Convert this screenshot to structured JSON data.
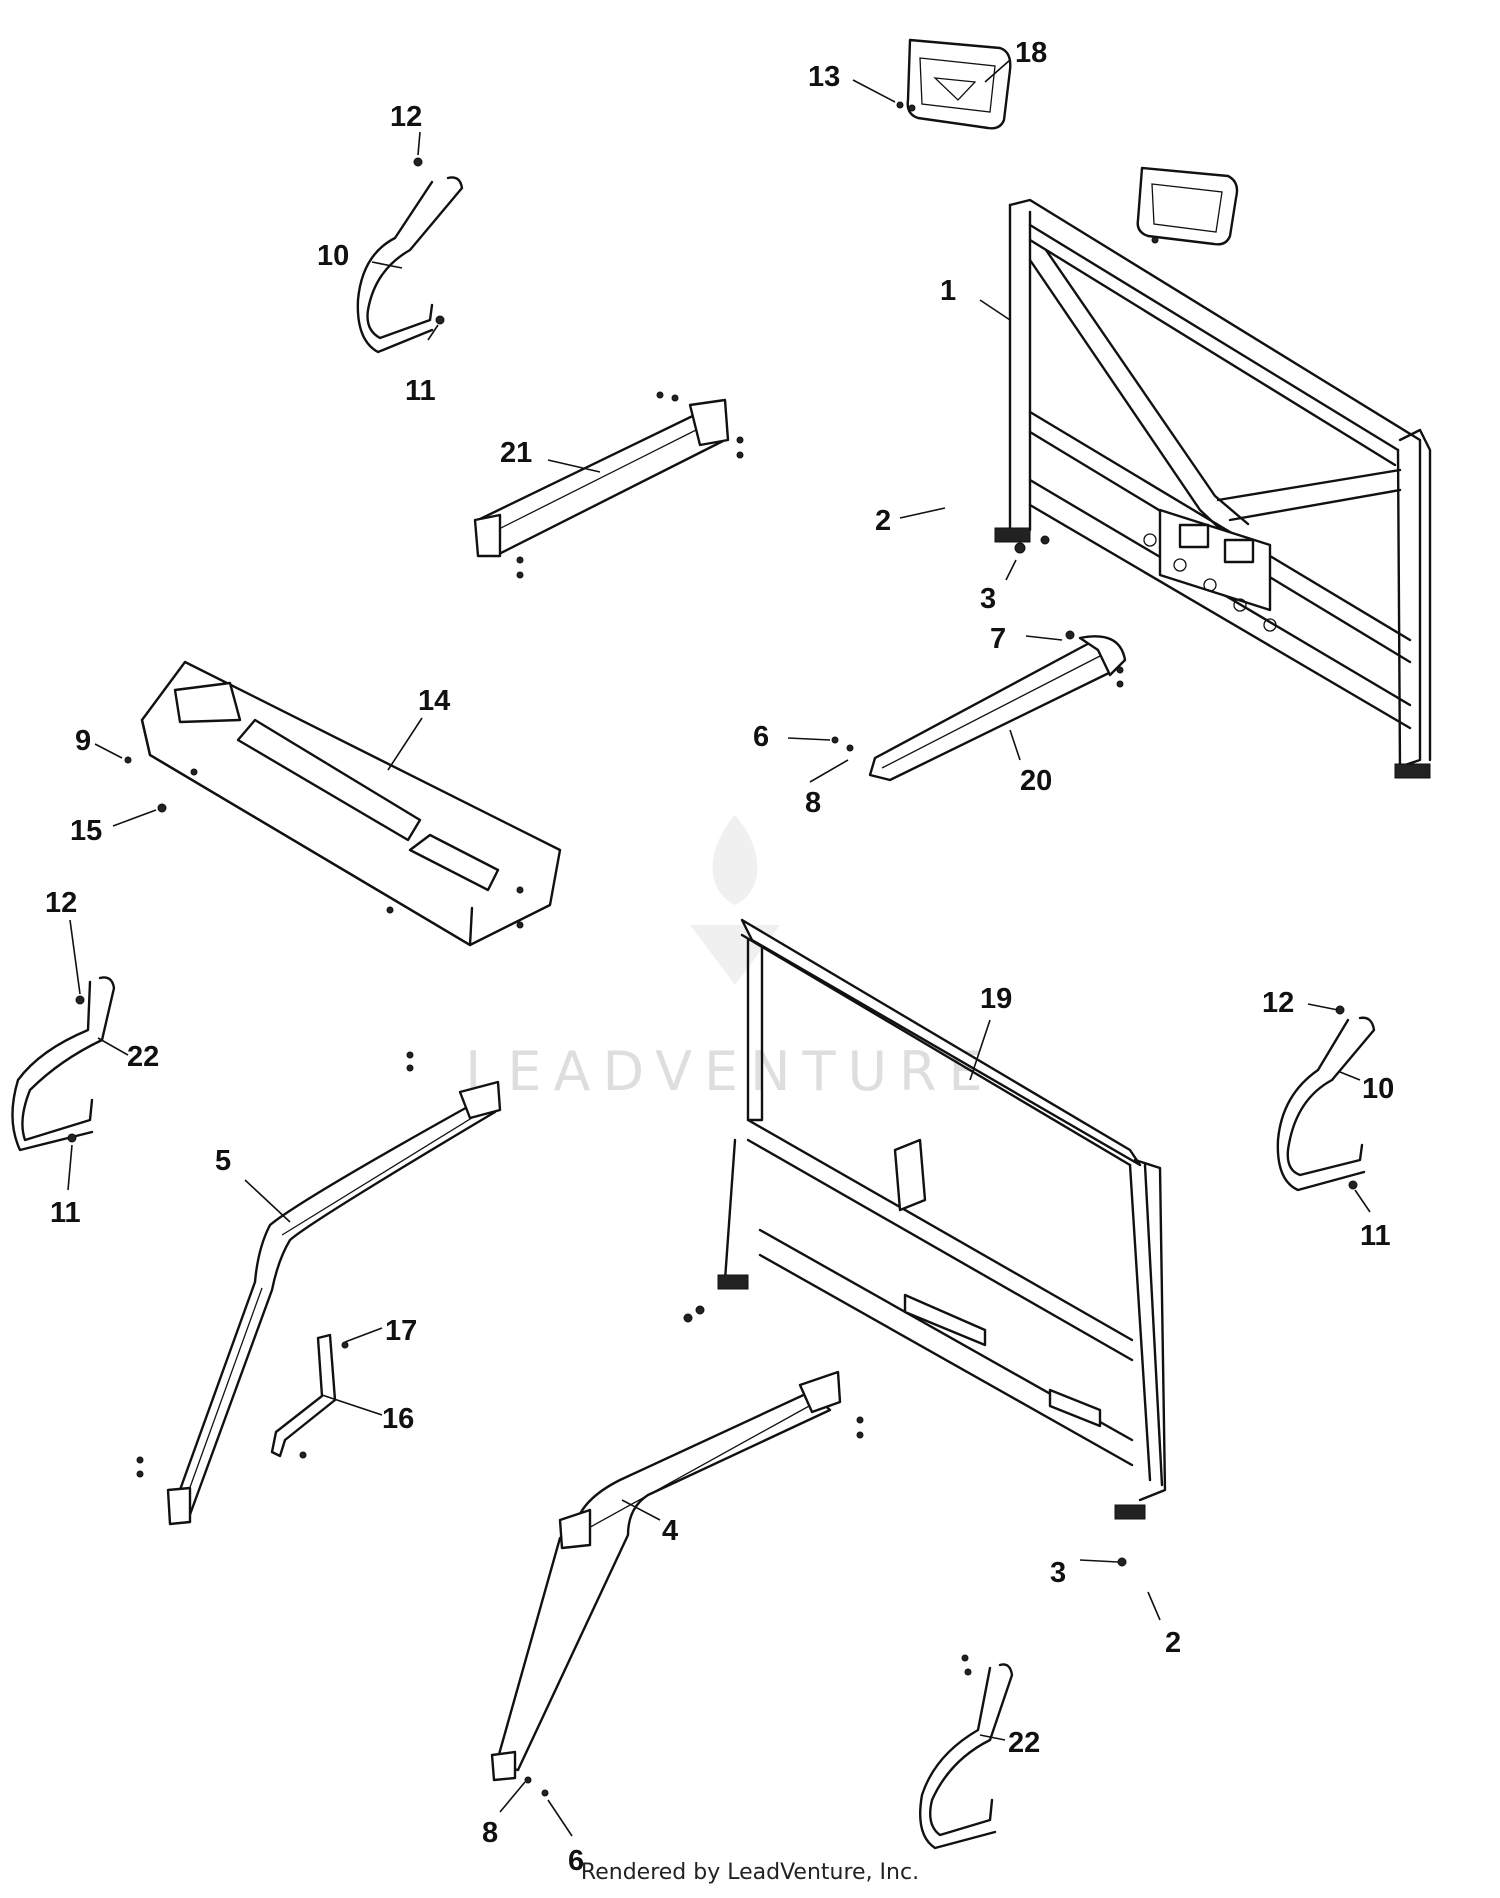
{
  "watermark": {
    "text": "LEADVENTURE"
  },
  "footer": {
    "rendered_by": "Rendered by LeadVenture, Inc."
  },
  "callouts": {
    "c1": "1",
    "c2a": "2",
    "c2b": "2",
    "c3a": "3",
    "c3b": "3",
    "c4": "4",
    "c5": "5",
    "c6a": "6",
    "c6b": "6",
    "c7": "7",
    "c8a": "8",
    "c8b": "8",
    "c9": "9",
    "c10a": "10",
    "c10b": "10",
    "c11a": "11",
    "c11b": "11",
    "c11c": "11",
    "c12a": "12",
    "c12b": "12",
    "c12c": "12",
    "c13": "13",
    "c14": "14",
    "c15": "15",
    "c16": "16",
    "c17": "17",
    "c18": "18",
    "c19": "19",
    "c20": "20",
    "c21": "21",
    "c22a": "22",
    "c22b": "22"
  }
}
